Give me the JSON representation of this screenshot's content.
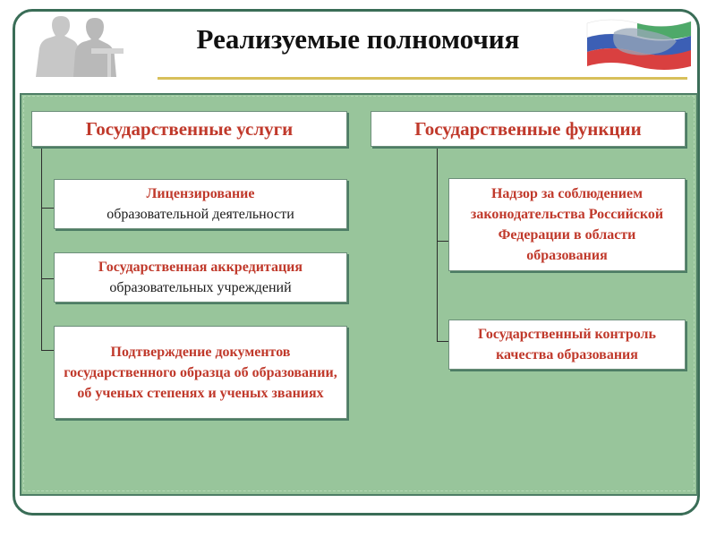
{
  "title": "Реализуемые полномочия",
  "columns": [
    {
      "heading": "Государственные услуги",
      "items": [
        {
          "line1": "Лицензирование",
          "line2": "образовательной деятельности"
        },
        {
          "line1": "Государственная аккредитация",
          "line2": "образовательных учреждений"
        },
        {
          "text": "Подтверждение документов государственного образца об образовании, об ученых степенях и ученых званиях"
        }
      ]
    },
    {
      "heading": "Государственные функции",
      "items": [
        {
          "text": "Надзор за соблюдением законодательства Российской Федерации в области образования"
        },
        {
          "text": "Государственный контроль качества образования"
        }
      ]
    }
  ],
  "colors": {
    "panel": "#98c59b",
    "accent": "#c0392b",
    "frame": "#3a6d57"
  },
  "icons": [
    "people-silhouette-icon",
    "flag-map-icon"
  ]
}
